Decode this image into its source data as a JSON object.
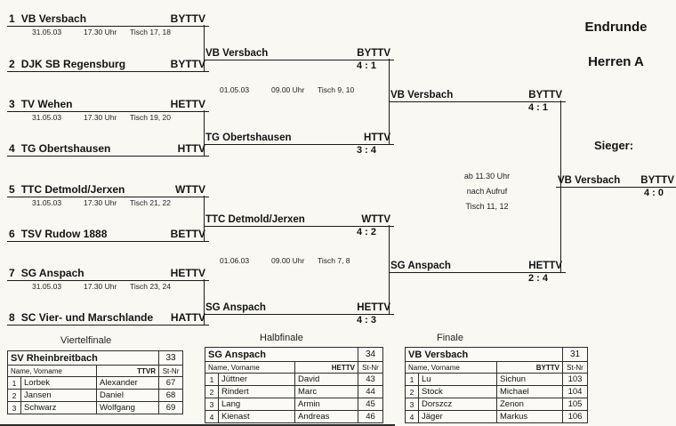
{
  "header": {
    "title": "Endrunde",
    "category": "Herren A",
    "sieger_label": "Sieger:"
  },
  "round1": [
    {
      "seed": "1",
      "name": "VB Versbach",
      "assoc": "BYTTV"
    },
    {
      "seed": "2",
      "name": "DJK SB Regensburg",
      "assoc": "BYTTV"
    },
    {
      "seed": "3",
      "name": "TV Wehen",
      "assoc": "HETTV"
    },
    {
      "seed": "4",
      "name": "TG Obertshausen",
      "assoc": "HTTV"
    },
    {
      "seed": "5",
      "name": "TTC Detmold/Jerxen",
      "assoc": "WTTV"
    },
    {
      "seed": "6",
      "name": "TSV Rudow 1888",
      "assoc": "BETTV"
    },
    {
      "seed": "7",
      "name": "SG Anspach",
      "assoc": "HETTV"
    },
    {
      "seed": "8",
      "name": "SC Vier- und Marschlande",
      "assoc": "HATTV"
    }
  ],
  "round1_schedules": [
    {
      "date": "31.05.03",
      "time": "17.30 Uhr",
      "tisch": "Tisch 17, 18"
    },
    {
      "date": "31.05.03",
      "time": "17.30 Uhr",
      "tisch": "Tisch 19, 20"
    },
    {
      "date": "31.05.03",
      "time": "17.30 Uhr",
      "tisch": "Tisch 21, 22"
    },
    {
      "date": "31.05.03",
      "time": "17.30 Uhr",
      "tisch": "Tisch 23, 24"
    }
  ],
  "semifinals": [
    {
      "name": "VB Versbach",
      "assoc": "BYTTV",
      "score": "4 : 1"
    },
    {
      "name": "TG Obertshausen",
      "assoc": "HTTV",
      "score": "3 : 4"
    },
    {
      "name": "TTC Detmold/Jerxen",
      "assoc": "WTTV",
      "score": "4 : 2"
    },
    {
      "name": "SG Anspach",
      "assoc": "HETTV",
      "score": "4 : 3"
    }
  ],
  "sf_schedules": [
    {
      "date": "01.05.03",
      "time": "09.00 Uhr",
      "tisch": "Tisch 9, 10"
    },
    {
      "date": "01.06.03",
      "time": "09.00 Uhr",
      "tisch": "Tisch 7, 8"
    }
  ],
  "final": [
    {
      "name": "VB Versbach",
      "assoc": "BYTTV",
      "score": "4 : 1"
    },
    {
      "name": "SG Anspach",
      "assoc": "HETTV",
      "score": "2 : 4"
    }
  ],
  "final_schedule": {
    "line1": "ab 11.30 Uhr",
    "line2": "nach Aufruf",
    "line3": "Tisch 11, 12"
  },
  "winner": {
    "name": "VB Versbach",
    "assoc": "BYTTV",
    "score": "4 : 0"
  },
  "stages": {
    "viertelfinale": "Viertelfinale",
    "halbfinale": "Halbfinale",
    "finale": "Finale"
  },
  "tables": [
    {
      "team": "SV Rheinbreitbach",
      "number": "33",
      "assoc": "TTVR",
      "cols": {
        "name": "Name, Vorname",
        "stnr": "St-Nr"
      },
      "players": [
        {
          "nr": "1",
          "last": "Lorbek",
          "first": "Alexander",
          "st": "67"
        },
        {
          "nr": "2",
          "last": "Jansen",
          "first": "Daniel",
          "st": "68"
        },
        {
          "nr": "3",
          "last": "Schwarz",
          "first": "Wolfgang",
          "st": "69"
        }
      ]
    },
    {
      "team": "SG Anspach",
      "number": "34",
      "assoc": "HETTV",
      "cols": {
        "name": "Name, Vorname",
        "stnr": "St-Nr"
      },
      "players": [
        {
          "nr": "1",
          "last": "Jüttner",
          "first": "David",
          "st": "43"
        },
        {
          "nr": "2",
          "last": "Rindert",
          "first": "Marc",
          "st": "44"
        },
        {
          "nr": "3",
          "last": "Lang",
          "first": "Armin",
          "st": "45"
        },
        {
          "nr": "4",
          "last": "Kienast",
          "first": "Andreas",
          "st": "46"
        }
      ]
    },
    {
      "team": "VB Versbach",
      "number": "31",
      "assoc": "BYTTV",
      "cols": {
        "name": "Name, Vorname",
        "stnr": "St-Nr"
      },
      "players": [
        {
          "nr": "1",
          "last": "Lu",
          "first": "Sichun",
          "st": "103"
        },
        {
          "nr": "2",
          "last": "Stock",
          "first": "Michael",
          "st": "104"
        },
        {
          "nr": "3",
          "last": "Dorszcz",
          "first": "Zenon",
          "st": "105"
        },
        {
          "nr": "4",
          "last": "Jäger",
          "first": "Markus",
          "st": "106"
        }
      ]
    }
  ]
}
